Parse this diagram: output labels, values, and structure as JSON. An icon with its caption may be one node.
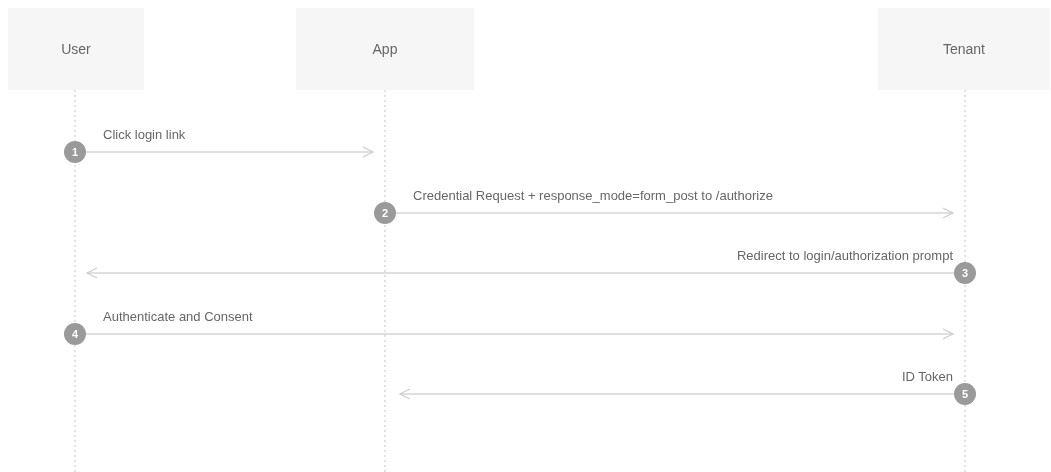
{
  "diagram": {
    "nodes": [
      {
        "text": [
          "User"
        ]
      },
      {
        "text": [
          "App"
        ]
      },
      {
        "text": [
          "Tenant"
        ]
      },
      {
        "text": [
          "1"
        ]
      },
      {
        "text": [
          "2"
        ]
      },
      {
        "text": [
          "3"
        ]
      },
      {
        "text": [
          "4"
        ]
      },
      {
        "text": [
          "5"
        ]
      }
    ],
    "edges": [
      {
        "from": 3,
        "to": null,
        "arrow": "to",
        "label": "Click login link"
      },
      {
        "from": 4,
        "to": null,
        "arrow": "to",
        "label": "Credential Request + response_mode=form_post to /authorize"
      },
      {
        "from": 5,
        "to": null,
        "arrow": "to",
        "label": "Redirect to login/authorization prompt"
      },
      {
        "from": 6,
        "to": null,
        "arrow": "to",
        "label": "Authenticate and Consent"
      },
      {
        "from": 7,
        "to": null,
        "arrow": "to",
        "label": "ID Token"
      }
    ]
  }
}
